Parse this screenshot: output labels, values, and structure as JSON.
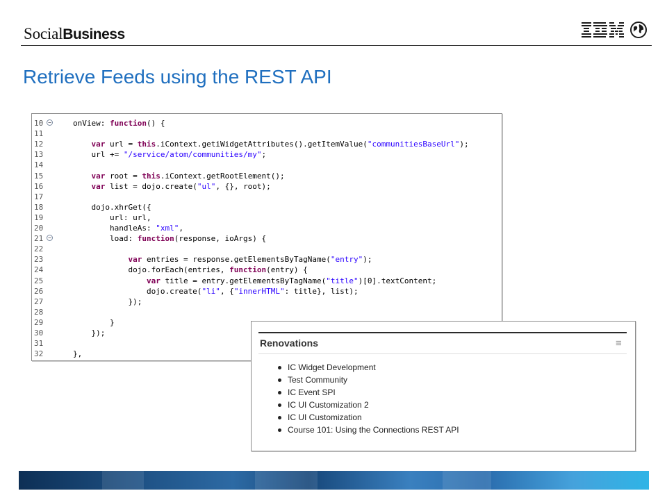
{
  "header": {
    "brand_regular": "Social",
    "brand_bold": "Business",
    "logo_text": "IBM"
  },
  "slide": {
    "title": "Retrieve Feeds using the REST API"
  },
  "code": {
    "lines": [
      {
        "n": "10",
        "fold": true,
        "text": "onView: function() {"
      },
      {
        "n": "11",
        "fold": false,
        "text": ""
      },
      {
        "n": "12",
        "fold": false,
        "text": "    var url = this.iContext.getiWidgetAttributes().getItemValue(\"communitiesBaseUrl\");"
      },
      {
        "n": "13",
        "fold": false,
        "text": "    url += \"/service/atom/communities/my\";"
      },
      {
        "n": "14",
        "fold": false,
        "text": ""
      },
      {
        "n": "15",
        "fold": false,
        "text": "    var root = this.iContext.getRootElement();"
      },
      {
        "n": "16",
        "fold": false,
        "text": "    var list = dojo.create(\"ul\", {}, root);"
      },
      {
        "n": "17",
        "fold": false,
        "text": ""
      },
      {
        "n": "18",
        "fold": false,
        "text": "    dojo.xhrGet({"
      },
      {
        "n": "19",
        "fold": false,
        "text": "        url: url,"
      },
      {
        "n": "20",
        "fold": false,
        "text": "        handleAs: \"xml\","
      },
      {
        "n": "21",
        "fold": true,
        "text": "        load: function(response, ioArgs) {"
      },
      {
        "n": "22",
        "fold": false,
        "text": ""
      },
      {
        "n": "23",
        "fold": false,
        "text": "            var entries = response.getElementsByTagName(\"entry\");"
      },
      {
        "n": "24",
        "fold": false,
        "text": "            dojo.forEach(entries, function(entry) {"
      },
      {
        "n": "25",
        "fold": false,
        "text": "                var title = entry.getElementsByTagName(\"title\")[0].textContent;"
      },
      {
        "n": "26",
        "fold": false,
        "text": "                dojo.create(\"li\", {\"innerHTML\": title}, list);"
      },
      {
        "n": "27",
        "fold": false,
        "text": "            });"
      },
      {
        "n": "28",
        "fold": false,
        "text": ""
      },
      {
        "n": "29",
        "fold": false,
        "text": "        }"
      },
      {
        "n": "30",
        "fold": false,
        "text": "    });"
      },
      {
        "n": "31",
        "fold": false,
        "text": ""
      },
      {
        "n": "32",
        "fold": false,
        "text": "},"
      }
    ],
    "keyword_color": "#7f0055",
    "string_color": "#2a00ff"
  },
  "widget": {
    "title": "Renovations",
    "menu_icon": "hamburger-menu-icon",
    "items": [
      "IC Widget Development",
      "Test Community",
      "IC Event SPI",
      "IC UI Customization 2",
      "IC UI Customization",
      "Course 101: Using the Connections REST API"
    ]
  },
  "colors": {
    "title": "#1f6fbf",
    "footer_dark": "#0d2f55",
    "footer_light": "#2fb4e6"
  }
}
